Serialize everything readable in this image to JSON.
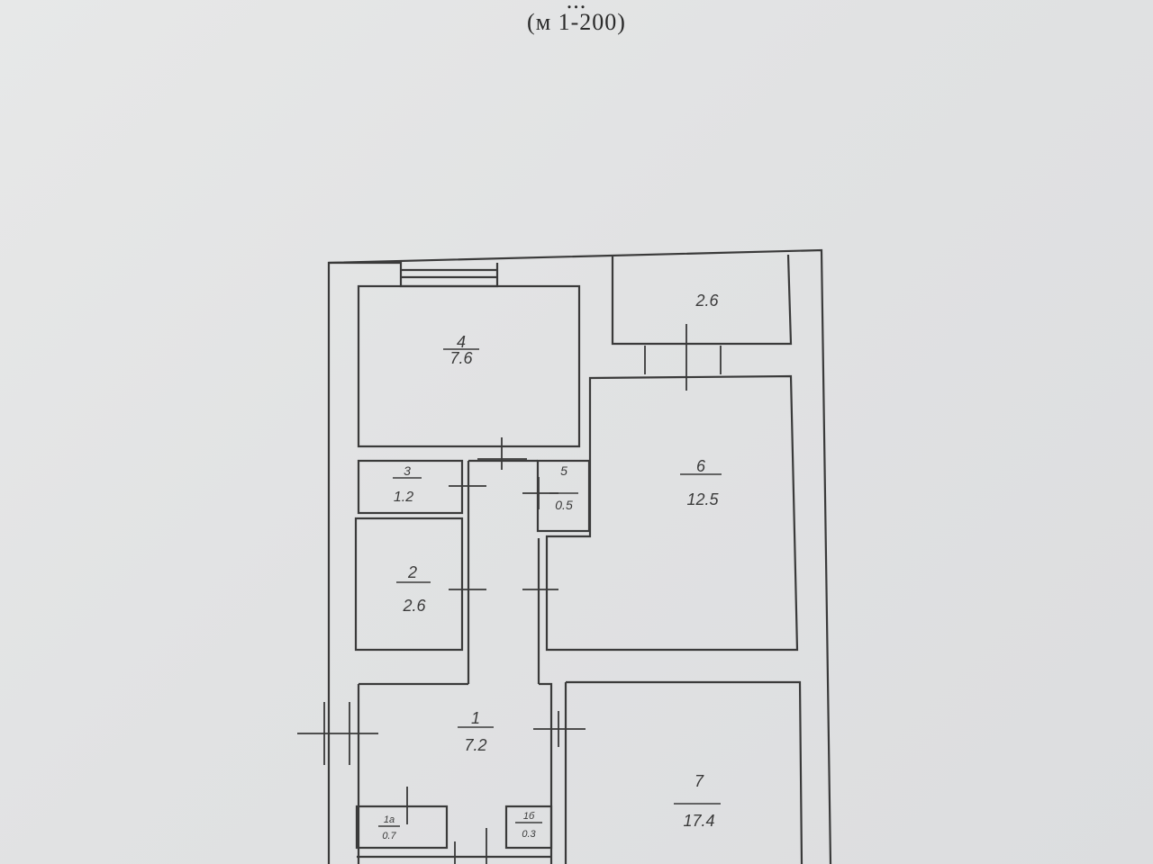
{
  "heading": {
    "title_partial": "...",
    "scale": "(м 1-200)"
  },
  "rooms": [
    {
      "id": "1",
      "number": "1",
      "area": "7.2"
    },
    {
      "id": "2",
      "number": "2",
      "area": "2.6"
    },
    {
      "id": "3",
      "number": "3",
      "area": "1.2"
    },
    {
      "id": "4",
      "number": "4",
      "area": "7.6"
    },
    {
      "id": "5",
      "number": "5",
      "area": "0.5"
    },
    {
      "id": "6",
      "number": "6",
      "area": "12.5"
    },
    {
      "id": "7",
      "number": "7",
      "area": "17.4"
    },
    {
      "id": "balcony",
      "number": "",
      "area": "2.6"
    },
    {
      "id": "closet-a",
      "number": "1a",
      "area": "0.7"
    },
    {
      "id": "closet-b",
      "number": "1б",
      "area": "0.3"
    }
  ]
}
